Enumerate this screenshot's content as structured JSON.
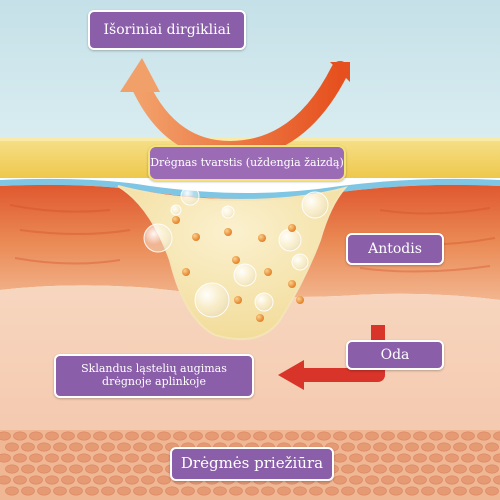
{
  "labels": {
    "external_irritants": "Išoriniai dirgikliai",
    "moist_dressing": "Drėgnas tvarstis (uždengia žaizdą)",
    "epidermis": "Antodis",
    "skin": "Oda",
    "cell_growth": "Sklandus ląstelių augimas drėgnoje aplinkoje",
    "moisture_care": "Drėgmės priežiūra"
  },
  "colors": {
    "sky": "#cbe4ea",
    "dressing": "#f3d65e",
    "epidermis_red": "#e3693f",
    "dermis_pink": "#f6cdb3",
    "cells": "#e08a6a",
    "wound_fill": "#f6e6b2",
    "label_purple": "#8a5ea8",
    "arrow_orange": "#ec6a33",
    "arrow_red": "#d8342a"
  }
}
